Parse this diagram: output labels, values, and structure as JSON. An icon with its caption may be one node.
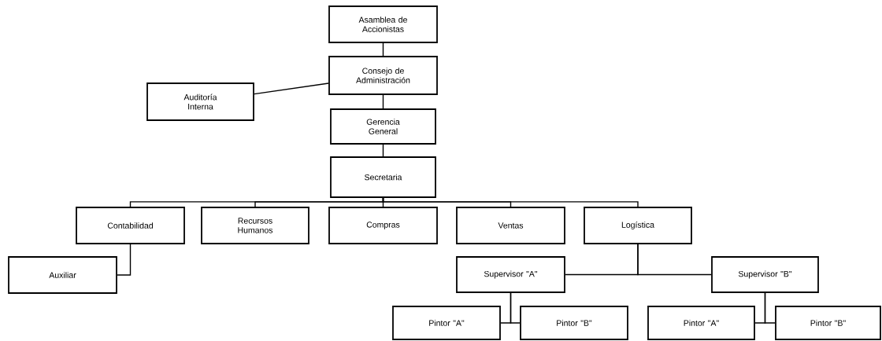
{
  "diagram": {
    "nodes": [
      {
        "text": [
          "Asamblea de Accionistas"
        ]
      },
      {
        "text": [
          "Consejo de Administración"
        ]
      },
      {
        "text": [
          "Auditoría Interna"
        ]
      },
      {
        "text": [
          "Gerencia General"
        ]
      },
      {
        "text": [
          "Secretaria"
        ]
      },
      {
        "text": [
          "Contabilidad"
        ]
      },
      {
        "text": [
          "Recursos Humanos"
        ]
      },
      {
        "text": [
          "Compras"
        ]
      },
      {
        "text": [
          "Ventas"
        ]
      },
      {
        "text": [
          "Logística"
        ]
      },
      {
        "text": [
          "Auxiliar"
        ]
      },
      {
        "text": [
          "Supervisor \"A\""
        ]
      },
      {
        "text": [
          "Supervisor \"B\""
        ]
      },
      {
        "text": [
          "Pintor \"A\""
        ]
      },
      {
        "text": [
          "Pintor \"B\""
        ]
      },
      {
        "text": [
          "Pintor \"A\""
        ]
      },
      {
        "text": [
          "Pintor \"B\""
        ]
      }
    ],
    "edges": [
      {
        "from": 0,
        "to": 1,
        "arrow": "none"
      },
      {
        "from": 1,
        "to": 3,
        "arrow": "none"
      },
      {
        "from": 1,
        "to": 2,
        "arrow": "none"
      },
      {
        "from": 3,
        "to": 4,
        "arrow": "none"
      },
      {
        "from": 4,
        "to": 5,
        "arrow": "none"
      },
      {
        "from": 4,
        "to": 6,
        "arrow": "none"
      },
      {
        "from": 4,
        "to": 7,
        "arrow": "none"
      },
      {
        "from": 4,
        "to": 8,
        "arrow": "none"
      },
      {
        "from": 4,
        "to": 9,
        "arrow": "none"
      },
      {
        "from": 5,
        "to": 10,
        "arrow": "none"
      },
      {
        "from": 9,
        "to": 11,
        "arrow": "none"
      },
      {
        "from": 9,
        "to": 12,
        "arrow": "none"
      },
      {
        "from": 11,
        "to": 13,
        "arrow": "none"
      },
      {
        "from": 11,
        "to": 14,
        "arrow": "none"
      },
      {
        "from": 12,
        "to": 15,
        "arrow": "none"
      },
      {
        "from": 12,
        "to": 16,
        "arrow": "none"
      }
    ]
  }
}
